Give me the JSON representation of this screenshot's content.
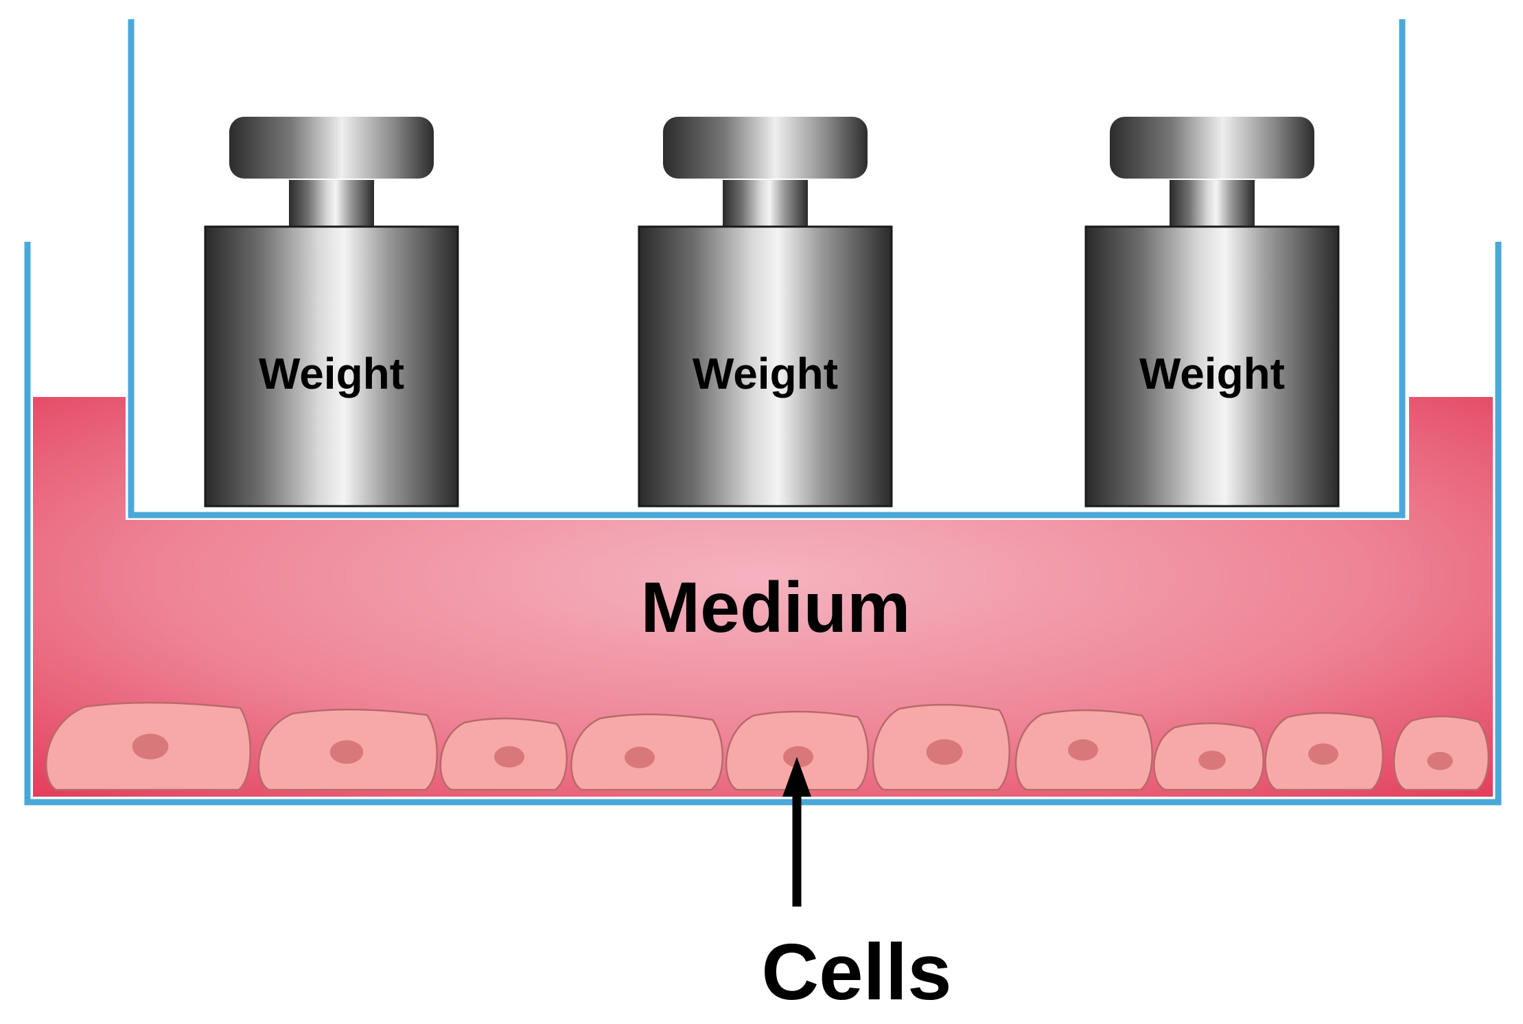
{
  "labels": {
    "medium": "Medium",
    "cells": "Cells"
  },
  "weights": [
    {
      "label": "Weight"
    },
    {
      "label": "Weight"
    },
    {
      "label": "Weight"
    }
  ],
  "colors": {
    "container_wall": "#4aa8d8",
    "medium_edge": "#e23d5a",
    "medium_center": "#f5b3bf",
    "cell_fill": "#f7a9a8",
    "cell_outline": "#b9686a",
    "nucleus": "#d9787a",
    "weight_dark": "#2a2a2a",
    "weight_light": "#f4f4f4",
    "arrow": "#000000"
  },
  "cell_count": 10
}
